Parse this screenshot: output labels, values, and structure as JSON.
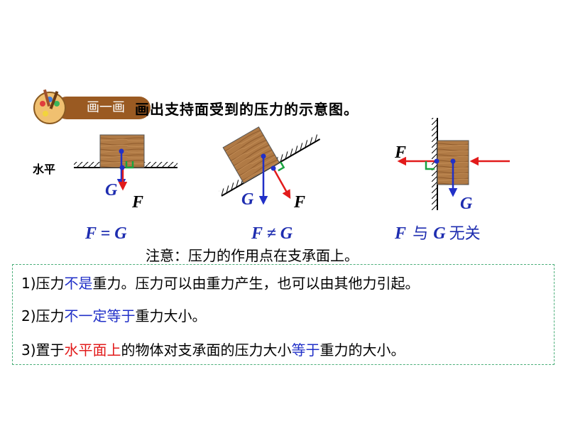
{
  "header": {
    "badge_label": "画一画",
    "instruction": "画出支持面受到的压力的示意图。"
  },
  "diagrams": {
    "d1": {
      "surface_label": "水平",
      "gravity_label": "G",
      "force_label": "F",
      "caption": "F = G"
    },
    "d2": {
      "gravity_label": "G",
      "force_label": "F",
      "caption": "F ≠ G"
    },
    "d3": {
      "gravity_label": "G",
      "force_label": "F",
      "caption_part1": "F",
      "caption_part2": "与",
      "caption_part3": "G",
      "caption_part4": "无关"
    }
  },
  "note": "注意：压力的作用点在支承面上。",
  "points": {
    "p1": {
      "a": "1)压力",
      "b": "不是",
      "c": "重力。压力可以由重力产生，也可以由其他力引起。"
    },
    "p2": {
      "a": "2)压力",
      "b": "不一定等于",
      "c": "重力大小。"
    },
    "p3": {
      "a": "3)置于",
      "b": "水平面上",
      "c": "的物体对支承面的压力大小",
      "d": "等于",
      "e": "重力的大小。"
    }
  },
  "colors": {
    "gravity": "#2130c8",
    "pressure": "#e21b1b",
    "emphasis_blue": "#2130c8",
    "emphasis_red": "#e21b1b",
    "badge": "#9a5a22",
    "wood": "#b07a45"
  }
}
